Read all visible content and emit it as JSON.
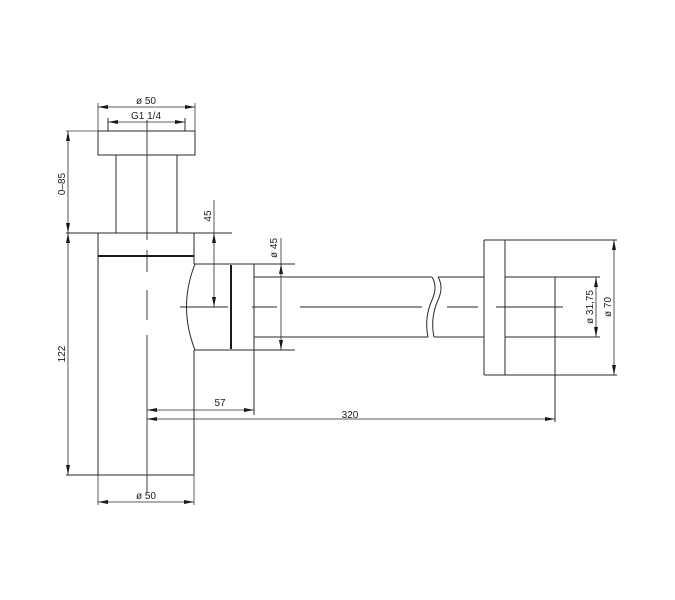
{
  "drawing": {
    "subject": "Bottle trap siphon technical drawing",
    "line_color": "#2a2a2a",
    "background": "#ffffff",
    "dimensions": {
      "top_flange_diameter": "ø 50",
      "thread_size": "G1 1/4",
      "height_adjust": "0–85",
      "outlet_offset_height": "45",
      "outlet_diameter": "ø 45",
      "body_height": "122",
      "outlet_distance_short": "57",
      "outlet_distance_long": "320",
      "body_diameter": "ø 50",
      "wall_pipe_diameter": "ø 31,75",
      "wall_flange_diameter": "ø 70"
    }
  }
}
